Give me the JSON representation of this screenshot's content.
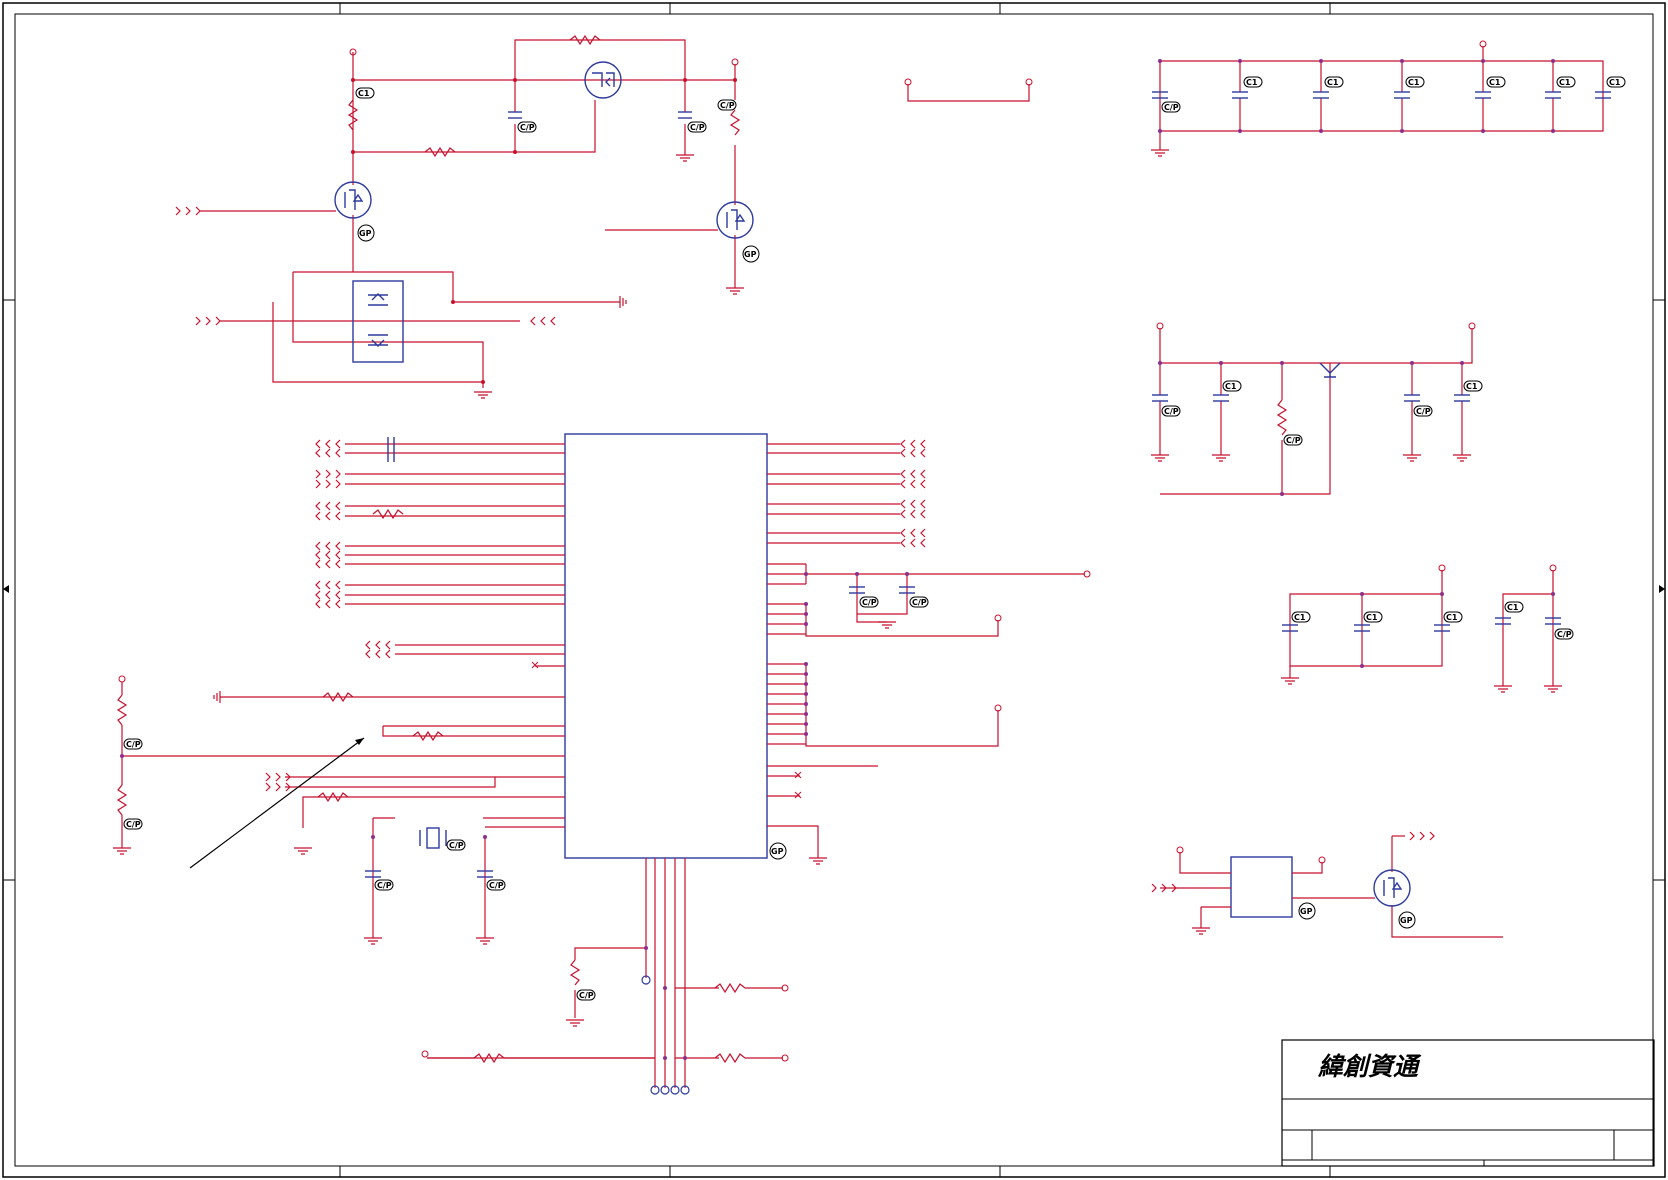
{
  "sheet": {
    "company_name": "緯創資通"
  },
  "labels": {
    "gp": "GP",
    "cap_value_a": "C/P",
    "cap_value_b": "C1"
  }
}
